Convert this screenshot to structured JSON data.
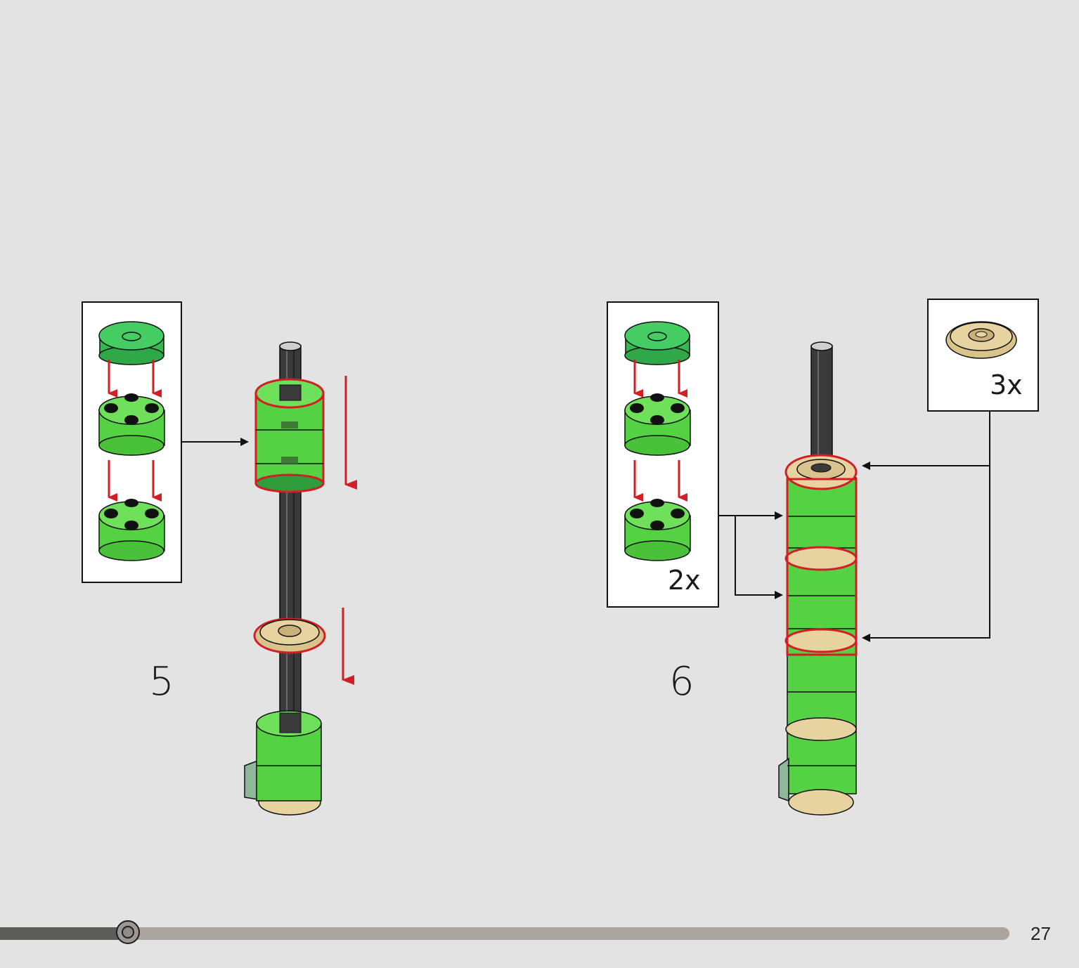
{
  "steps": [
    {
      "number": "5",
      "callout": {
        "quantity": ""
      }
    },
    {
      "number": "6",
      "callout_bricks": {
        "quantity": "2x"
      },
      "callout_disc": {
        "quantity": "3x"
      }
    }
  ],
  "navigation": {
    "progress": 0.127,
    "page_number": "27"
  },
  "colors": {
    "background": "#e3e3e3",
    "brick_green": "#5ed94a",
    "tile_green": "#3ec45a",
    "tan_disc": "#e7d39f",
    "highlight_red": "#d21f26",
    "axle": "#3a3a3a"
  }
}
